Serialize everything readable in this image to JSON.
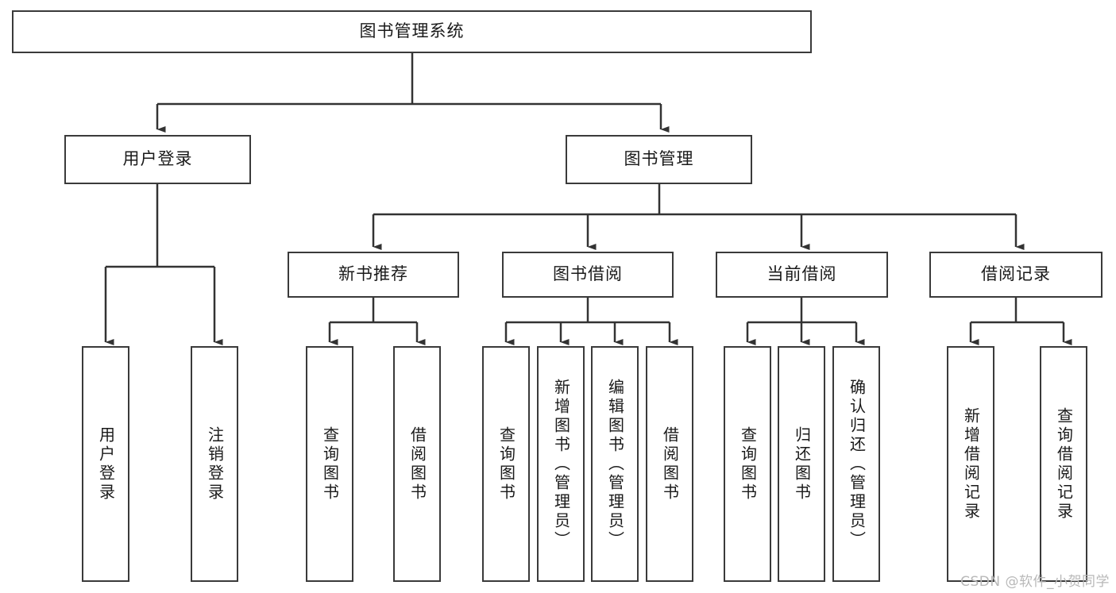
{
  "diagram": {
    "title": "图书管理系统",
    "watermark": "CSDN @软件_小贺同学",
    "colors": {
      "box_border": "#3a3a3a",
      "box_fill": "#ffffff",
      "connector": "#333333",
      "text": "#1a1a1a",
      "watermark": "#b8b8b8"
    },
    "levels": {
      "level1": [
        {
          "id": "root",
          "label": "图书管理系统",
          "orientation": "horizontal"
        }
      ],
      "level2": [
        {
          "id": "user-login",
          "label": "用户登录",
          "orientation": "horizontal"
        },
        {
          "id": "book-manage",
          "label": "图书管理",
          "orientation": "horizontal"
        }
      ],
      "level3": [
        {
          "id": "new-book-recommend",
          "label": "新书推荐",
          "orientation": "horizontal"
        },
        {
          "id": "book-borrow",
          "label": "图书借阅",
          "orientation": "horizontal"
        },
        {
          "id": "current-borrow",
          "label": "当前借阅",
          "orientation": "horizontal"
        },
        {
          "id": "borrow-record",
          "label": "借阅记录",
          "orientation": "horizontal"
        }
      ],
      "leaves": [
        {
          "id": "leaf-user-login",
          "label": "用户登录",
          "orientation": "vertical",
          "parent": "user-login"
        },
        {
          "id": "leaf-user-logout",
          "label": "注销登录",
          "orientation": "vertical",
          "parent": "user-login"
        },
        {
          "id": "leaf-query-book-1",
          "label": "查询图书",
          "orientation": "vertical",
          "parent": "new-book-recommend"
        },
        {
          "id": "leaf-borrow-book-1",
          "label": "借阅图书",
          "orientation": "vertical",
          "parent": "new-book-recommend"
        },
        {
          "id": "leaf-query-book-2",
          "label": "查询图书",
          "orientation": "vertical",
          "parent": "book-borrow"
        },
        {
          "id": "leaf-add-book",
          "label": "新增图书（管理员）",
          "orientation": "vertical",
          "parent": "book-borrow"
        },
        {
          "id": "leaf-edit-book",
          "label": "编辑图书（管理员）",
          "orientation": "vertical",
          "parent": "book-borrow"
        },
        {
          "id": "leaf-borrow-book-2",
          "label": "借阅图书",
          "orientation": "vertical",
          "parent": "book-borrow"
        },
        {
          "id": "leaf-query-book-3",
          "label": "查询图书",
          "orientation": "vertical",
          "parent": "current-borrow"
        },
        {
          "id": "leaf-return-book",
          "label": "归还图书",
          "orientation": "vertical",
          "parent": "current-borrow"
        },
        {
          "id": "leaf-confirm-return",
          "label": "确认归还（管理员）",
          "orientation": "vertical",
          "parent": "current-borrow"
        },
        {
          "id": "leaf-add-record",
          "label": "新增借阅记录",
          "orientation": "vertical",
          "parent": "borrow-record"
        },
        {
          "id": "leaf-query-record",
          "label": "查询借阅记录",
          "orientation": "vertical",
          "parent": "borrow-record"
        }
      ]
    },
    "edges": [
      {
        "from": "root",
        "to": "user-login"
      },
      {
        "from": "root",
        "to": "book-manage"
      },
      {
        "from": "book-manage",
        "to": "new-book-recommend"
      },
      {
        "from": "book-manage",
        "to": "book-borrow"
      },
      {
        "from": "book-manage",
        "to": "current-borrow"
      },
      {
        "from": "book-manage",
        "to": "borrow-record"
      },
      {
        "from": "user-login",
        "to": "leaf-user-login"
      },
      {
        "from": "user-login",
        "to": "leaf-user-logout"
      },
      {
        "from": "new-book-recommend",
        "to": "leaf-query-book-1"
      },
      {
        "from": "new-book-recommend",
        "to": "leaf-borrow-book-1"
      },
      {
        "from": "book-borrow",
        "to": "leaf-query-book-2"
      },
      {
        "from": "book-borrow",
        "to": "leaf-add-book"
      },
      {
        "from": "book-borrow",
        "to": "leaf-edit-book"
      },
      {
        "from": "book-borrow",
        "to": "leaf-borrow-book-2"
      },
      {
        "from": "current-borrow",
        "to": "leaf-query-book-3"
      },
      {
        "from": "current-borrow",
        "to": "leaf-return-book"
      },
      {
        "from": "current-borrow",
        "to": "leaf-confirm-return"
      },
      {
        "from": "borrow-record",
        "to": "leaf-add-record"
      },
      {
        "from": "borrow-record",
        "to": "leaf-query-record"
      }
    ]
  }
}
